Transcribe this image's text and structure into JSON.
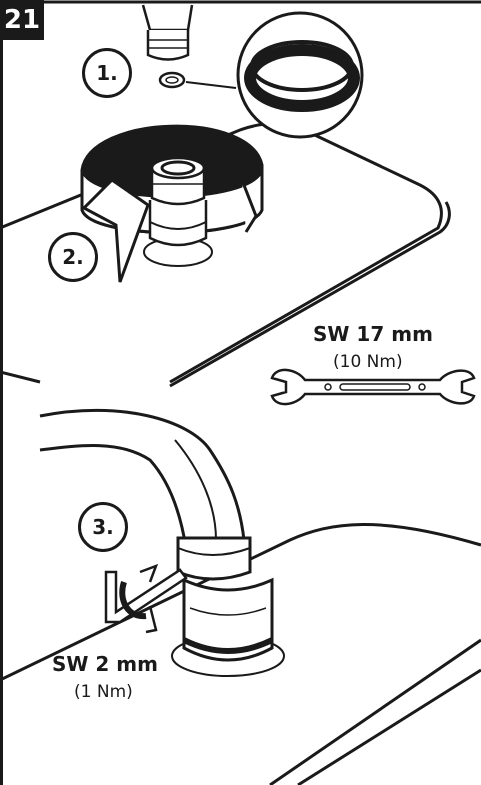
{
  "step": {
    "number": "21"
  },
  "substeps": [
    {
      "label": "1."
    },
    {
      "label": "2."
    },
    {
      "label": "3."
    }
  ],
  "wrench": {
    "size": "SW 17 mm",
    "torque": "(10 Nm)",
    "icon": "open-end-wrench-icon"
  },
  "hex_key": {
    "size": "SW 2 mm",
    "torque": "(1 Nm)",
    "icon": "hex-key-icon"
  },
  "colors": {
    "line": "#1a1a1a",
    "background": "#ffffff"
  }
}
